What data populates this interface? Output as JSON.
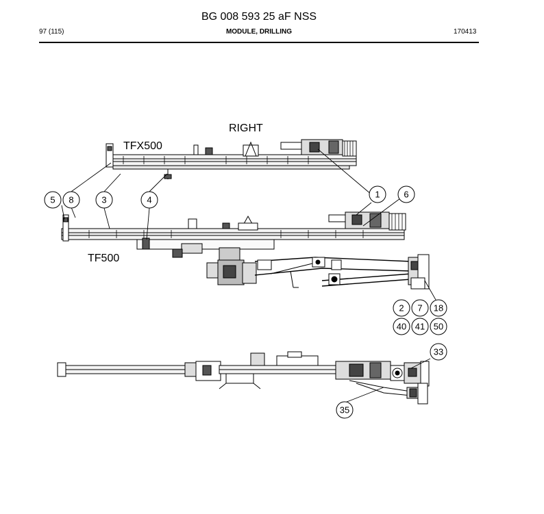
{
  "header": {
    "title": "BG 008 593 25 aF NSS",
    "page": "97 (115)",
    "module": "MODULE, DRILLING",
    "date": "170413"
  },
  "labels": {
    "view": "RIGHT",
    "feed_upper": "TFX500",
    "feed_lower": "TF500"
  },
  "callouts": [
    "5",
    "8",
    "3",
    "4",
    "1",
    "6",
    "2",
    "7",
    "18",
    "40",
    "41",
    "50",
    "33",
    "35"
  ]
}
